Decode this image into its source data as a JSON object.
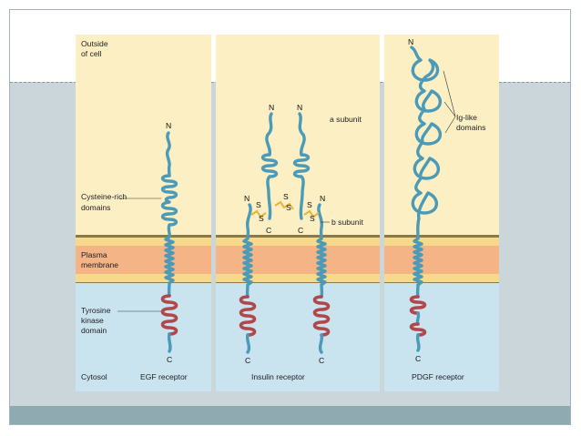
{
  "panels": [
    {
      "caption": "EGF receptor",
      "labels": {
        "outside": [
          "Outside",
          "of cell"
        ],
        "cysteine": [
          "Cysteine-rich",
          "domains"
        ],
        "membrane": [
          "Plasma",
          "membrane"
        ],
        "kinase": [
          "Tyrosine",
          "kinase",
          "domain"
        ],
        "cytosol": "Cytosol"
      },
      "terminals": {
        "n": "N",
        "c": "C"
      }
    },
    {
      "caption": "Insulin receptor",
      "labels": {
        "alpha": "a subunit",
        "beta": "b subunit",
        "disulfide": "S"
      },
      "terminals": {
        "n": "N",
        "c": "C"
      }
    },
    {
      "caption": "PDGF receptor",
      "labels": {
        "ig": [
          "Ig-like",
          "domains"
        ]
      },
      "terminals": {
        "n": "N",
        "c": "C"
      }
    }
  ],
  "colors": {
    "outside": "#fcefc4",
    "membrane_outer": "#f6d98a",
    "membrane_core": "#f4b486",
    "cytosol": "#c9e4ef",
    "chain": "#4a9ab8",
    "kinase": "#b0474a",
    "disulfide": "#e8b33a"
  }
}
